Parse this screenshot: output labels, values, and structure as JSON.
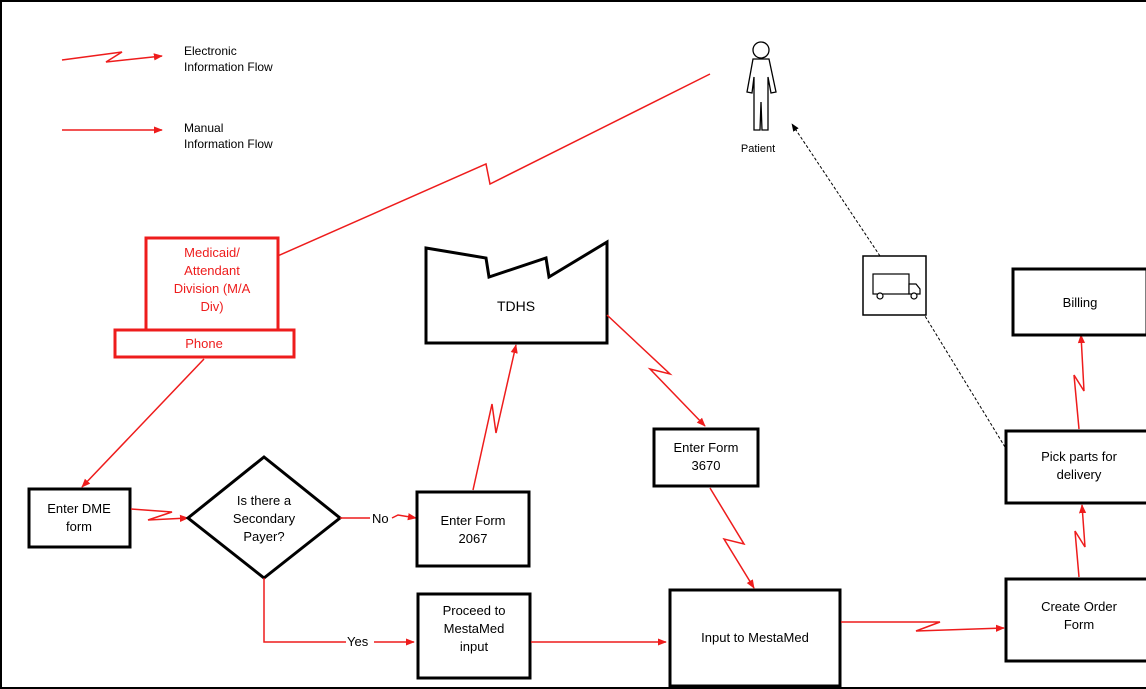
{
  "legend": {
    "electronic": [
      "Electronic",
      "Information Flow"
    ],
    "manual": [
      "Manual",
      "Information Flow"
    ]
  },
  "patient": "Patient",
  "medicaid": [
    "Medicaid/",
    "Attendant",
    "Division (M/A",
    "Div)"
  ],
  "phone": "Phone",
  "tdhs": "TDHS",
  "enter_dme": [
    "Enter DME",
    "form"
  ],
  "decision": [
    "Is there a",
    "Secondary",
    "Payer?"
  ],
  "no_label": "No",
  "yes_label": "Yes",
  "enter_2067": [
    "Enter Form",
    "2067"
  ],
  "proceed": [
    "Proceed to",
    "MestaMed",
    "input"
  ],
  "enter_3670": [
    "Enter Form",
    "3670"
  ],
  "input_mestamed": "Input to MestaMed",
  "create_order": [
    "Create Order",
    "Form"
  ],
  "pick_parts": [
    "Pick parts for",
    "delivery"
  ],
  "billing": "Billing",
  "truck": "truck-icon",
  "colors": {
    "flow": "#ee1c1c",
    "ink": "#000000"
  }
}
